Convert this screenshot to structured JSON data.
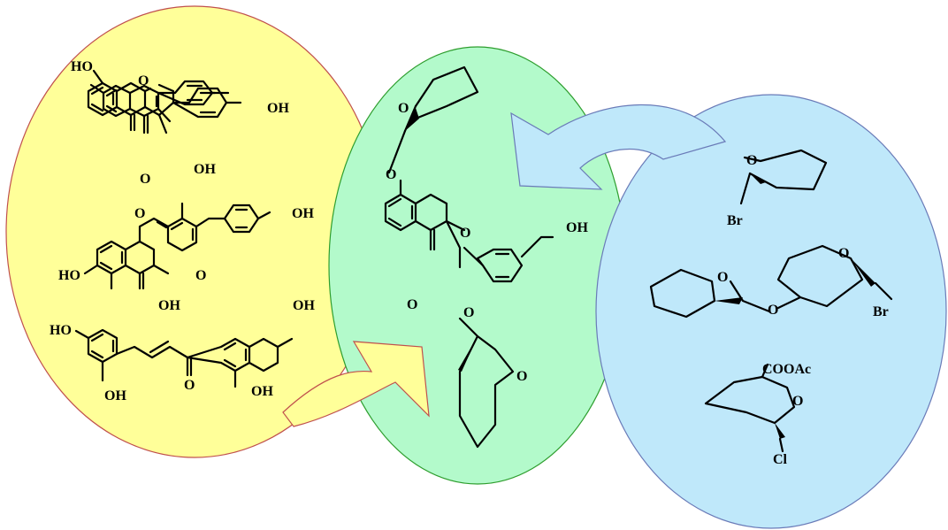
{
  "colors": {
    "yellow_fill": "#FFFF99",
    "yellow_stroke": "#C0504D",
    "green_fill": "#B3FACB",
    "green_stroke": "#2E9E2E",
    "blue_fill": "#BFE8FA",
    "blue_stroke": "#6A7BB8",
    "yellow_arrow_fill": "#FFFF99",
    "blue_arrow_fill": "#BFE8FA"
  },
  "labels": {
    "ho": "HO",
    "oh": "OH",
    "o": "O",
    "br": "Br",
    "cl": "Cl",
    "cooac": "COOAc"
  }
}
